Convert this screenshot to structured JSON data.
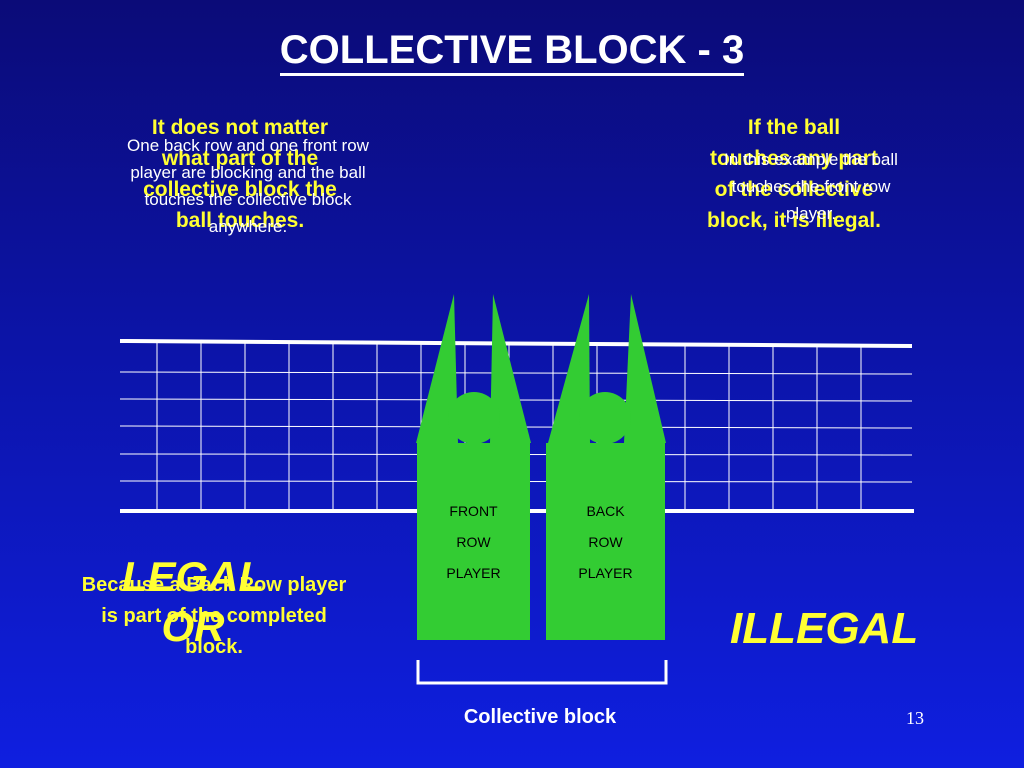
{
  "slide": {
    "title": "COLLECTIVE  BLOCK - 3",
    "page_number": "13"
  },
  "left_note": {
    "yellow_text": "It does not matter what part of the collective block the ball touches.",
    "white_text": "One back row and one front row player are blocking and  the ball touches the collective block anywhere."
  },
  "right_note": {
    "yellow_text": "If the ball touches any part of the collective block, it is illegal.",
    "white_text": "In this example the ball touches the front row player."
  },
  "verdicts": {
    "legal_label": "LEGAL OR",
    "legal_reason": "Because a Back Row player is part of the completed block.",
    "illegal_label": "ILLEGAL"
  },
  "players": {
    "front": [
      "FRONT",
      "ROW",
      "PLAYER"
    ],
    "back": [
      "BACK",
      "ROW",
      "PLAYER"
    ]
  },
  "collective_label": "Collective block",
  "colors": {
    "player_green": "#33cc33",
    "text_yellow": "#ffff33",
    "net_white": "#ffffff"
  }
}
